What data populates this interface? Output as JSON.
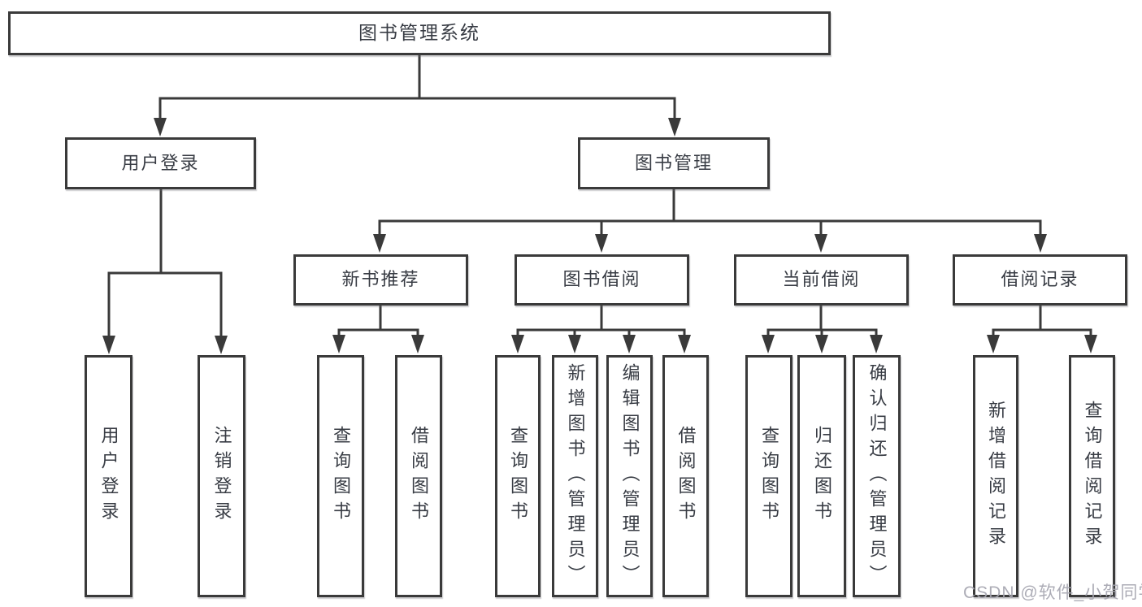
{
  "title": "图书管理系统",
  "watermark": "CSDN @软件_小贺同学",
  "colors": {
    "line": "#3a3a3a",
    "box_border": "#3a3a3a",
    "text": "#383c44",
    "watermark": "#a6a6b0",
    "background": "#ffffff"
  },
  "nodes": {
    "root": {
      "label": "图书管理系统"
    },
    "level2": [
      {
        "label": "用户登录"
      },
      {
        "label": "图书管理"
      }
    ],
    "level3": [
      {
        "label": "新书推荐"
      },
      {
        "label": "图书借阅"
      },
      {
        "label": "当前借阅"
      },
      {
        "label": "借阅记录"
      }
    ],
    "leaves": [
      {
        "label": "用户登录"
      },
      {
        "label": "注销登录"
      },
      {
        "label": "查询图书"
      },
      {
        "label": "借阅图书"
      },
      {
        "label": "查询图书"
      },
      {
        "label": "新增图书（管理员）"
      },
      {
        "label": "编辑图书（管理员）"
      },
      {
        "label": "借阅图书"
      },
      {
        "label": "查询图书"
      },
      {
        "label": "归还图书"
      },
      {
        "label": "确认归还（管理员）"
      },
      {
        "label": "新增借阅记录"
      },
      {
        "label": "查询借阅记录"
      }
    ]
  }
}
